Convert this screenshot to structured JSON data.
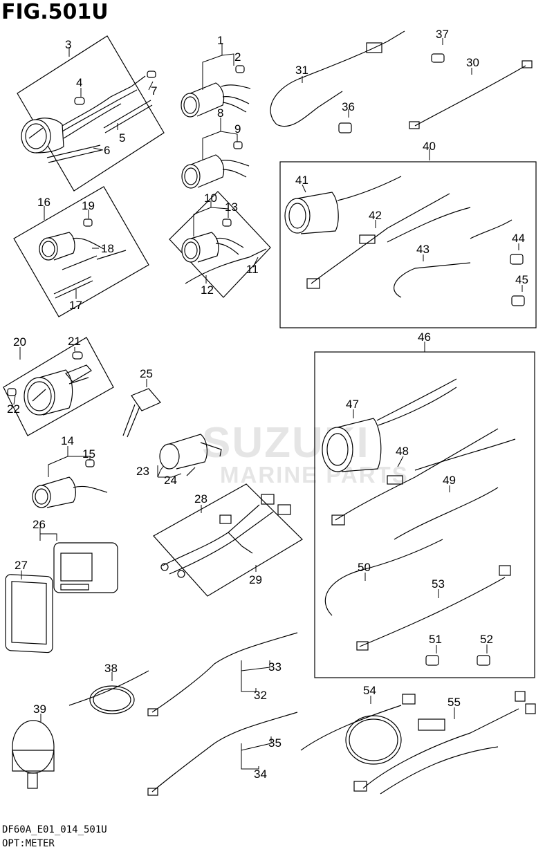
{
  "figure": {
    "title": "FIG.501U",
    "code": "DF60A_E01_014_501U",
    "caption": "OPT:METER",
    "watermark_line1": "SUZUKI",
    "watermark_line2": "MARINE PARTS"
  },
  "callouts": [
    {
      "id": "c1",
      "text": "1"
    },
    {
      "id": "c2",
      "text": "2"
    },
    {
      "id": "c3",
      "text": "3"
    },
    {
      "id": "c4",
      "text": "4"
    },
    {
      "id": "c5",
      "text": "5"
    },
    {
      "id": "c6",
      "text": "6"
    },
    {
      "id": "c7",
      "text": "7"
    },
    {
      "id": "c8",
      "text": "8"
    },
    {
      "id": "c9",
      "text": "9"
    },
    {
      "id": "c10",
      "text": "10"
    },
    {
      "id": "c11",
      "text": "11"
    },
    {
      "id": "c12",
      "text": "12"
    },
    {
      "id": "c13",
      "text": "13"
    },
    {
      "id": "c14",
      "text": "14"
    },
    {
      "id": "c15",
      "text": "15"
    },
    {
      "id": "c16",
      "text": "16"
    },
    {
      "id": "c17",
      "text": "17"
    },
    {
      "id": "c18",
      "text": "18"
    },
    {
      "id": "c19",
      "text": "19"
    },
    {
      "id": "c20",
      "text": "20"
    },
    {
      "id": "c21",
      "text": "21"
    },
    {
      "id": "c22",
      "text": "22"
    },
    {
      "id": "c23",
      "text": "23"
    },
    {
      "id": "c24",
      "text": "24"
    },
    {
      "id": "c25",
      "text": "25"
    },
    {
      "id": "c26",
      "text": "26"
    },
    {
      "id": "c27",
      "text": "27"
    },
    {
      "id": "c28",
      "text": "28"
    },
    {
      "id": "c29",
      "text": "29"
    },
    {
      "id": "c30",
      "text": "30"
    },
    {
      "id": "c31",
      "text": "31"
    },
    {
      "id": "c32",
      "text": "32"
    },
    {
      "id": "c33",
      "text": "33"
    },
    {
      "id": "c34",
      "text": "34"
    },
    {
      "id": "c35",
      "text": "35"
    },
    {
      "id": "c36",
      "text": "36"
    },
    {
      "id": "c37",
      "text": "37"
    },
    {
      "id": "c38",
      "text": "38"
    },
    {
      "id": "c39",
      "text": "39"
    },
    {
      "id": "c40",
      "text": "40"
    },
    {
      "id": "c41",
      "text": "41"
    },
    {
      "id": "c42",
      "text": "42"
    },
    {
      "id": "c43",
      "text": "43"
    },
    {
      "id": "c44",
      "text": "44"
    },
    {
      "id": "c45",
      "text": "45"
    },
    {
      "id": "c46",
      "text": "46"
    },
    {
      "id": "c47",
      "text": "47"
    },
    {
      "id": "c48",
      "text": "48"
    },
    {
      "id": "c49",
      "text": "49"
    },
    {
      "id": "c50",
      "text": "50"
    },
    {
      "id": "c51",
      "text": "51"
    },
    {
      "id": "c52",
      "text": "52"
    },
    {
      "id": "c53",
      "text": "53"
    },
    {
      "id": "c54",
      "text": "54"
    },
    {
      "id": "c55",
      "text": "55"
    }
  ]
}
